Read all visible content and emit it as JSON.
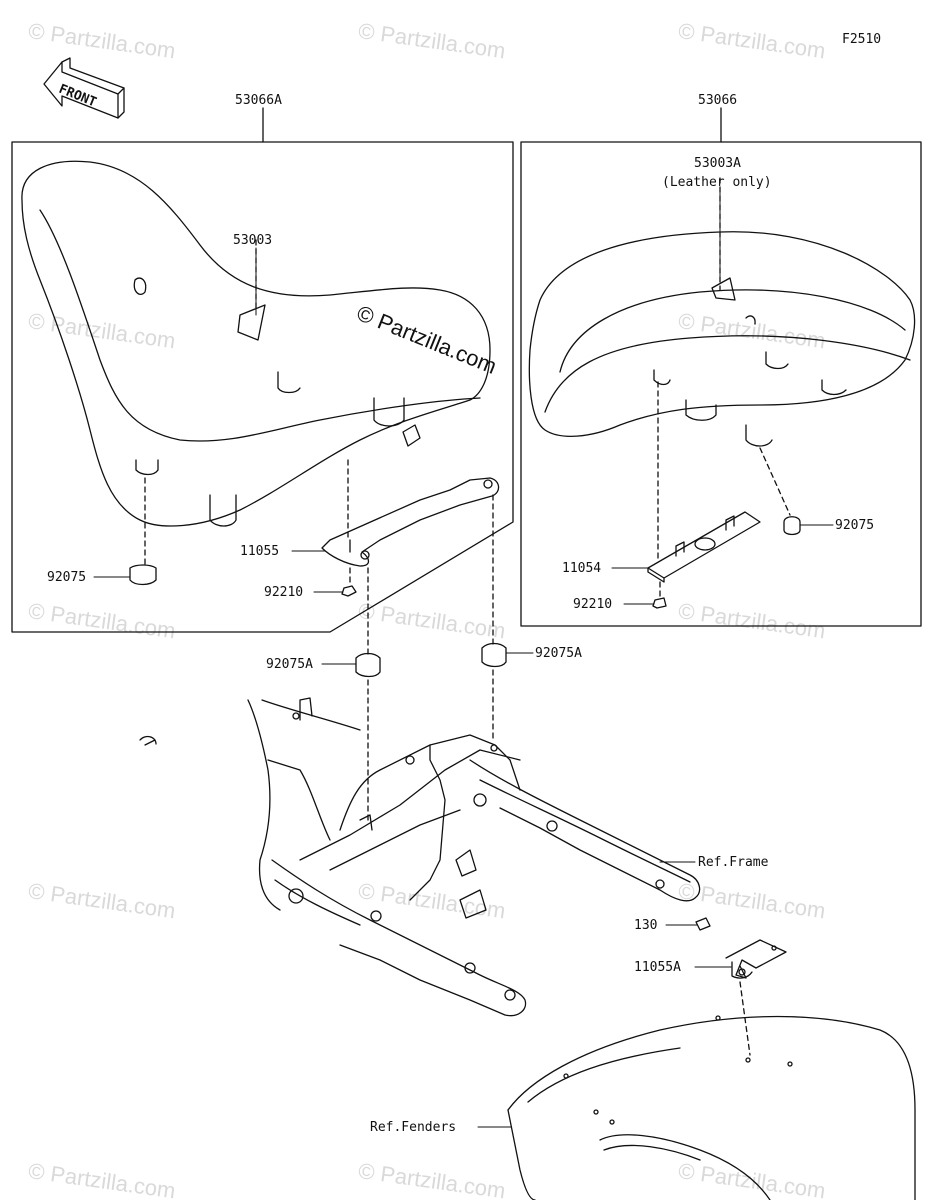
{
  "figure_code": "F2510",
  "front_label": "FRONT",
  "watermark": "© Partzilla.com",
  "watermark_center": "© Partzilla.com",
  "parts": {
    "seat_assy_left": "53066A",
    "seat_assy_right": "53066",
    "emblem_left": "53003",
    "emblem_right": "53003A",
    "emblem_right_note": "(Leather only)",
    "bracket_left": "11055",
    "bracket_right": "11054",
    "damper_left": "92075",
    "damper_right": "92075",
    "nut_left": "92210",
    "nut_right": "92210",
    "damper_a_left": "92075A",
    "damper_a_right": "92075A",
    "ref_frame": "Ref.Frame",
    "bolt": "130",
    "bracket_a": "11055A",
    "ref_fenders": "Ref.Fenders"
  }
}
